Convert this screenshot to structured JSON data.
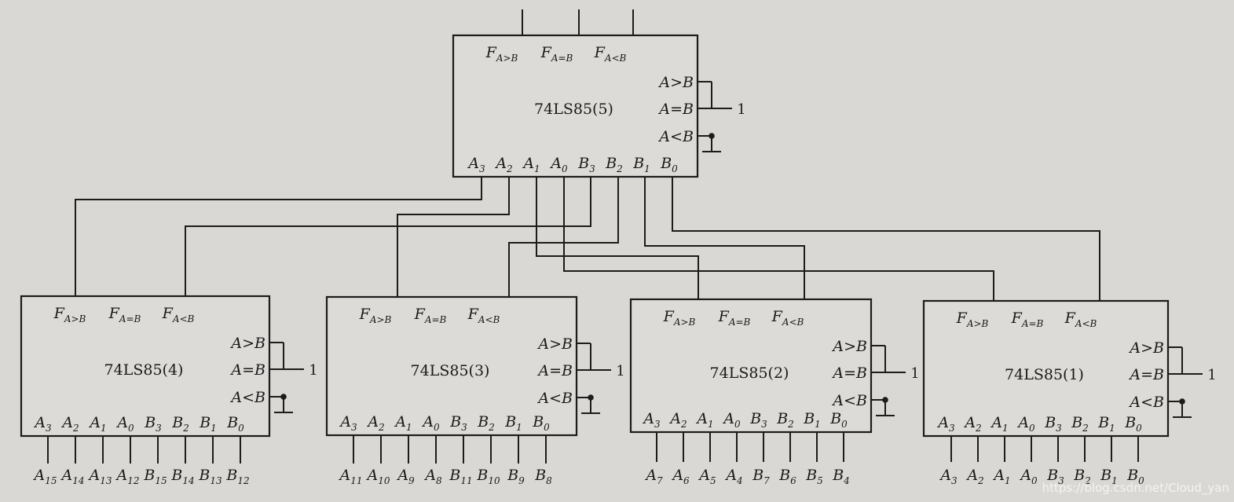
{
  "diagram": {
    "chips": [
      {
        "id": "chip-5",
        "title": "74LS85(5)",
        "output_labels": [
          {
            "base": "F",
            "sub": "A>B"
          },
          {
            "base": "F",
            "sub": "A=B"
          },
          {
            "base": "F",
            "sub": "A<B"
          }
        ],
        "cascade_labels": [
          "A>B",
          "A=B",
          "A<B"
        ],
        "cascade_value": "1",
        "pin_labels": [
          {
            "base": "A",
            "sub": "3"
          },
          {
            "base": "A",
            "sub": "2"
          },
          {
            "base": "A",
            "sub": "1"
          },
          {
            "base": "A",
            "sub": "0"
          },
          {
            "base": "B",
            "sub": "3"
          },
          {
            "base": "B",
            "sub": "2"
          },
          {
            "base": "B",
            "sub": "1"
          },
          {
            "base": "B",
            "sub": "0"
          }
        ],
        "input_labels": []
      },
      {
        "id": "chip-4",
        "title": "74LS85(4)",
        "output_labels": [
          {
            "base": "F",
            "sub": "A>B"
          },
          {
            "base": "F",
            "sub": "A=B"
          },
          {
            "base": "F",
            "sub": "A<B"
          }
        ],
        "cascade_labels": [
          "A>B",
          "A=B",
          "A<B"
        ],
        "cascade_value": "1",
        "pin_labels": [
          {
            "base": "A",
            "sub": "3"
          },
          {
            "base": "A",
            "sub": "2"
          },
          {
            "base": "A",
            "sub": "1"
          },
          {
            "base": "A",
            "sub": "0"
          },
          {
            "base": "B",
            "sub": "3"
          },
          {
            "base": "B",
            "sub": "2"
          },
          {
            "base": "B",
            "sub": "1"
          },
          {
            "base": "B",
            "sub": "0"
          }
        ],
        "input_labels": [
          {
            "base": "A",
            "sub": "15"
          },
          {
            "base": "A",
            "sub": "14"
          },
          {
            "base": "A",
            "sub": "13"
          },
          {
            "base": "A",
            "sub": "12"
          },
          {
            "base": "B",
            "sub": "15"
          },
          {
            "base": "B",
            "sub": "14"
          },
          {
            "base": "B",
            "sub": "13"
          },
          {
            "base": "B",
            "sub": "12"
          }
        ]
      },
      {
        "id": "chip-3",
        "title": "74LS85(3)",
        "output_labels": [
          {
            "base": "F",
            "sub": "A>B"
          },
          {
            "base": "F",
            "sub": "A=B"
          },
          {
            "base": "F",
            "sub": "A<B"
          }
        ],
        "cascade_labels": [
          "A>B",
          "A=B",
          "A<B"
        ],
        "cascade_value": "1",
        "pin_labels": [
          {
            "base": "A",
            "sub": "3"
          },
          {
            "base": "A",
            "sub": "2"
          },
          {
            "base": "A",
            "sub": "1"
          },
          {
            "base": "A",
            "sub": "0"
          },
          {
            "base": "B",
            "sub": "3"
          },
          {
            "base": "B",
            "sub": "2"
          },
          {
            "base": "B",
            "sub": "1"
          },
          {
            "base": "B",
            "sub": "0"
          }
        ],
        "input_labels": [
          {
            "base": "A",
            "sub": "11"
          },
          {
            "base": "A",
            "sub": "10"
          },
          {
            "base": "A",
            "sub": "9"
          },
          {
            "base": "A",
            "sub": "8"
          },
          {
            "base": "B",
            "sub": "11"
          },
          {
            "base": "B",
            "sub": "10"
          },
          {
            "base": "B",
            "sub": "9"
          },
          {
            "base": "B",
            "sub": "8"
          }
        ]
      },
      {
        "id": "chip-2",
        "title": "74LS85(2)",
        "output_labels": [
          {
            "base": "F",
            "sub": "A>B"
          },
          {
            "base": "F",
            "sub": "A=B"
          },
          {
            "base": "F",
            "sub": "A<B"
          }
        ],
        "cascade_labels": [
          "A>B",
          "A=B",
          "A<B"
        ],
        "cascade_value": "1",
        "pin_labels": [
          {
            "base": "A",
            "sub": "3"
          },
          {
            "base": "A",
            "sub": "2"
          },
          {
            "base": "A",
            "sub": "1"
          },
          {
            "base": "A",
            "sub": "0"
          },
          {
            "base": "B",
            "sub": "3"
          },
          {
            "base": "B",
            "sub": "2"
          },
          {
            "base": "B",
            "sub": "1"
          },
          {
            "base": "B",
            "sub": "0"
          }
        ],
        "input_labels": [
          {
            "base": "A",
            "sub": "7"
          },
          {
            "base": "A",
            "sub": "6"
          },
          {
            "base": "A",
            "sub": "5"
          },
          {
            "base": "A",
            "sub": "4"
          },
          {
            "base": "B",
            "sub": "7"
          },
          {
            "base": "B",
            "sub": "6"
          },
          {
            "base": "B",
            "sub": "5"
          },
          {
            "base": "B",
            "sub": "4"
          }
        ]
      },
      {
        "id": "chip-1",
        "title": "74LS85(1)",
        "output_labels": [
          {
            "base": "F",
            "sub": "A>B"
          },
          {
            "base": "F",
            "sub": "A=B"
          },
          {
            "base": "F",
            "sub": "A<B"
          }
        ],
        "cascade_labels": [
          "A>B",
          "A=B",
          "A<B"
        ],
        "cascade_value": "1",
        "pin_labels": [
          {
            "base": "A",
            "sub": "3"
          },
          {
            "base": "A",
            "sub": "2"
          },
          {
            "base": "A",
            "sub": "1"
          },
          {
            "base": "A",
            "sub": "0"
          },
          {
            "base": "B",
            "sub": "3"
          },
          {
            "base": "B",
            "sub": "2"
          },
          {
            "base": "B",
            "sub": "1"
          },
          {
            "base": "B",
            "sub": "0"
          }
        ],
        "input_labels": [
          {
            "base": "A",
            "sub": "3"
          },
          {
            "base": "A",
            "sub": "2"
          },
          {
            "base": "A",
            "sub": "1"
          },
          {
            "base": "A",
            "sub": "0"
          },
          {
            "base": "B",
            "sub": "3"
          },
          {
            "base": "B",
            "sub": "2"
          },
          {
            "base": "B",
            "sub": "1"
          },
          {
            "base": "B",
            "sub": "0"
          }
        ]
      }
    ],
    "watermark": "https://blog.csdn.net/Cloud_yan"
  }
}
